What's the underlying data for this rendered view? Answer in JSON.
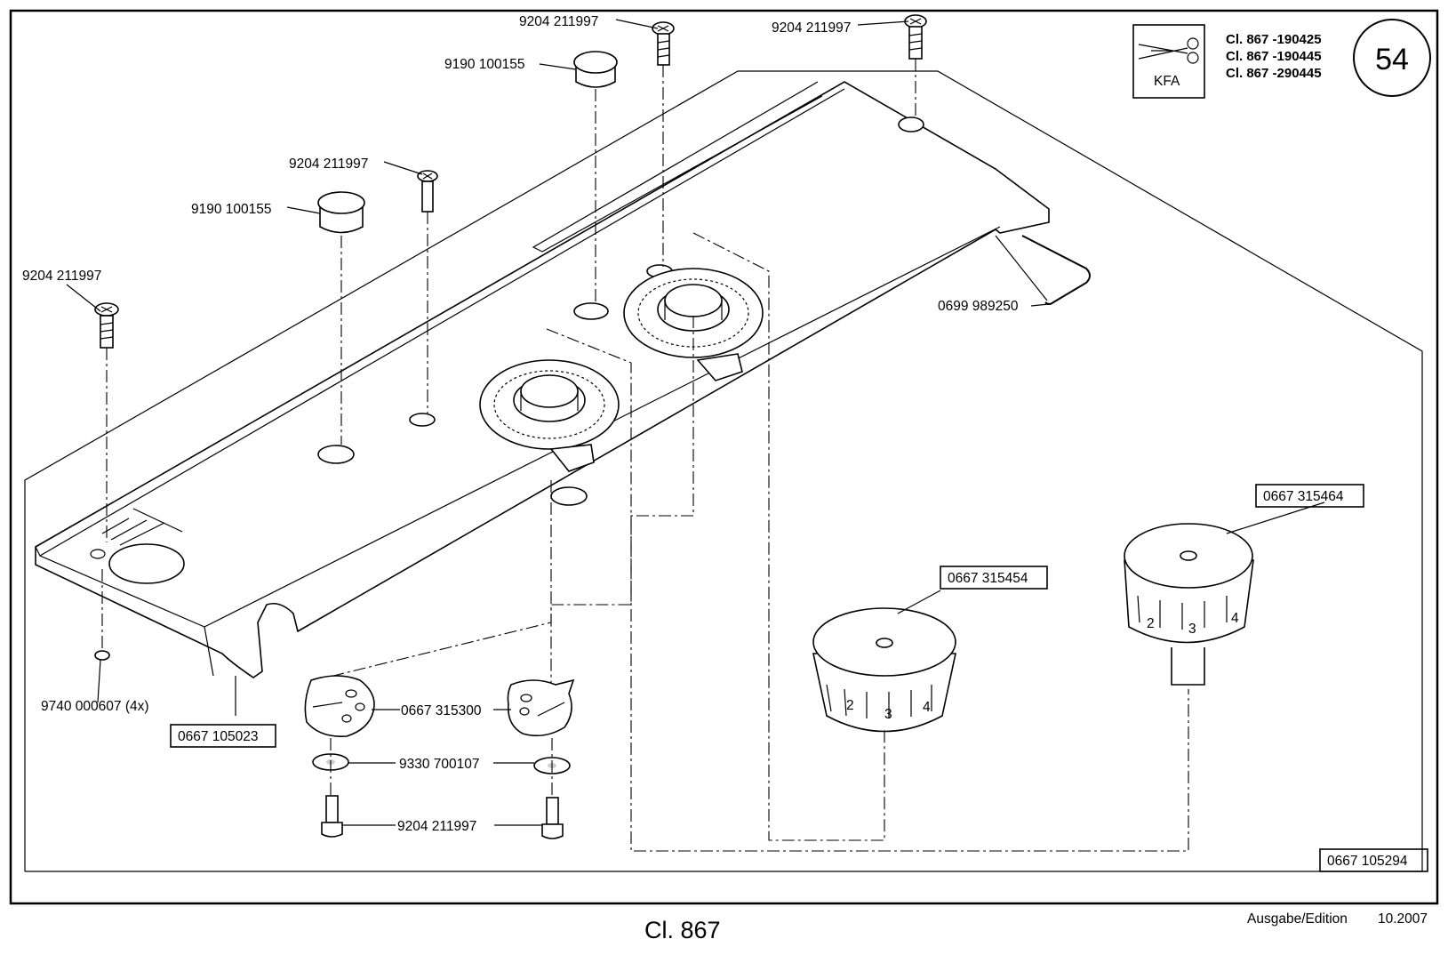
{
  "sheet": {
    "page_number": "54",
    "model_title": "Cl. 867",
    "edition_label": "Ausgabe/Edition",
    "edition_date": "10.2007",
    "kfa_label": "KFA",
    "classes": [
      "Cl. 867 -190425",
      "Cl. 867 -190445",
      "Cl. 867 -290445"
    ]
  },
  "parts": {
    "screw_top_right": "9204 211997",
    "screw_top_center": "9204 211997",
    "cap_top": "9190 100155",
    "screw_mid": "9204 211997",
    "cap_mid": "9190 100155",
    "screw_left": "9204 211997",
    "allen_key": "0699 989250",
    "knob_large": "0667 315464",
    "knob_small": "0667 315454",
    "clip": "9740 000607 (4x)",
    "cover": "0667 105023",
    "cam_plate": "0667 315300",
    "washer": "9330 700107",
    "screw_bottom": "9204 211997",
    "assembly": "0667 105294"
  }
}
